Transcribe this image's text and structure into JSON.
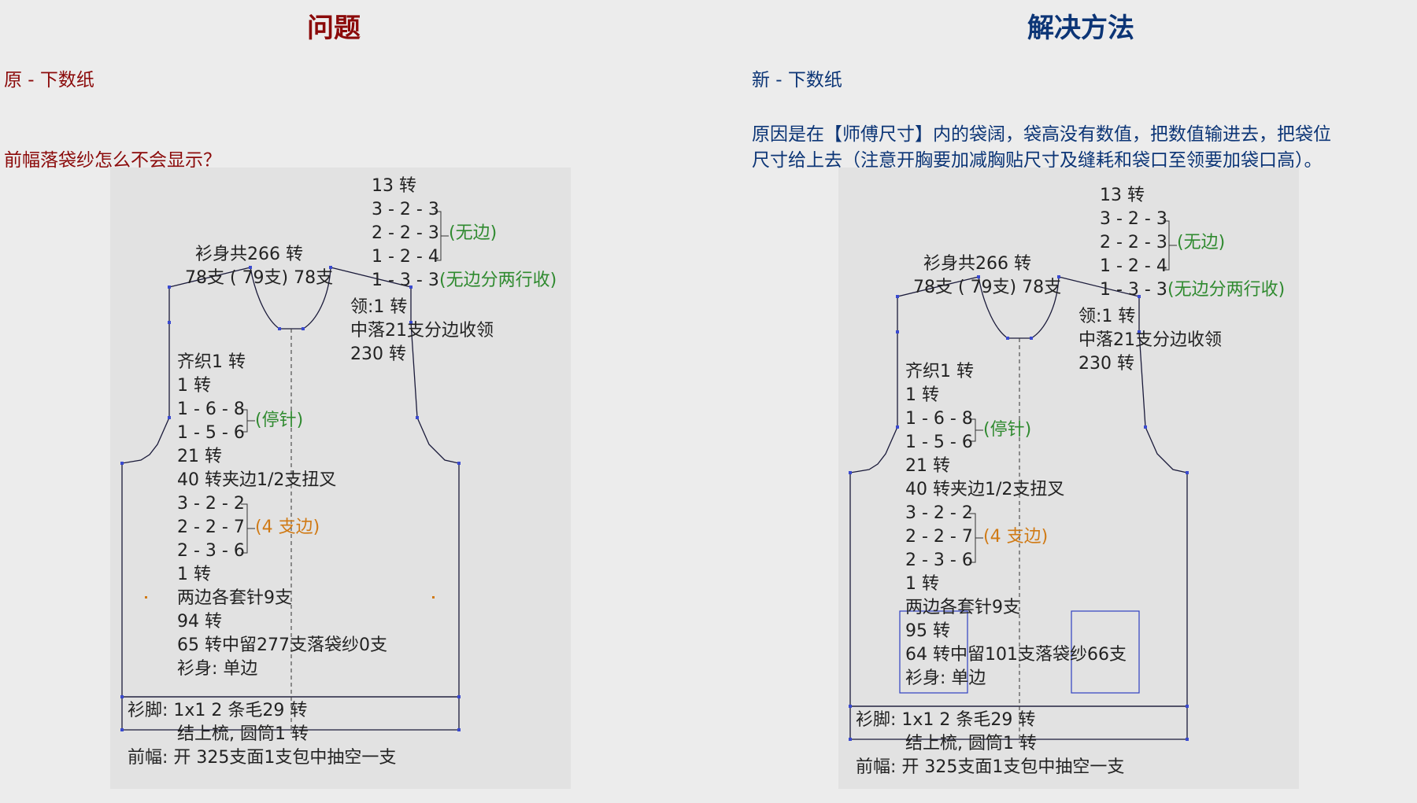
{
  "left": {
    "heading": "问题",
    "subtitle": "原 - 下数纸",
    "question": "前幅落袋纱怎么不会显示？"
  },
  "right": {
    "heading": "解决方法",
    "subtitle": "新 - 下数纸",
    "explanation_line1": "原因是在【师傅尺寸】内的袋阔，袋高没有数值，把数值输进去，把袋位",
    "explanation_line2": "尺寸给上去（注意开胸要加减胸贴尺寸及缝耗和袋口至领要加袋口高）。"
  },
  "diagram_original": {
    "neck_rows": {
      "r1": "13 转",
      "r2": "3 - 2 - 3",
      "r3": "2 - 2 - 3",
      "r4": "1 - 2 - 4",
      "r5": "1 - 3 - 3"
    },
    "neck_no_edge": "(无边)",
    "neck_no_edge_split": "(无边分两行收)",
    "body_total": "衫身共266 转",
    "stitch_counts": "78支 ( 79支) 78支",
    "collar": "领:1 转",
    "collar_center": "中落21支分边收领",
    "collar_rows": "230 转",
    "even_knit": "齐织1 转",
    "one_row": "1 转",
    "armhole_r1": "1 - 6 - 8",
    "armhole_r2": "1 - 5 - 6",
    "stop_needle": "(停针)",
    "rows_21": "21 转",
    "twist": "40 转夹边1/2支扭叉",
    "side_r1": "3 - 2 - 2",
    "side_r2": "2 - 2 - 7",
    "side_r3": "2 - 3 - 6",
    "four_edge": "(4 支边)",
    "one_row_b": "1 转",
    "both_sides": "两边各套针9支",
    "rows_mid": "94 转",
    "pocket": "65 转中留277支落袋纱0支",
    "body_single": "衫身: 单边",
    "hem": "衫脚: 1x1     2 条毛29 转",
    "comb": "结上梳, 圆筒1 转",
    "front": "前幅: 开 325支面1支包中抽空一支"
  },
  "diagram_new": {
    "neck_rows": {
      "r1": "13 转",
      "r2": "3 - 2 - 3",
      "r3": "2 - 2 - 3",
      "r4": "1 - 2 - 4",
      "r5": "1 - 3 - 3"
    },
    "neck_no_edge": "(无边)",
    "neck_no_edge_split": "(无边分两行收)",
    "body_total": "衫身共266 转",
    "stitch_counts": "78支 ( 79支) 78支",
    "collar": "领:1 转",
    "collar_center": "中落21支分边收领",
    "collar_rows": "230 转",
    "even_knit": "齐织1 转",
    "one_row": "1 转",
    "armhole_r1": "1 - 6 - 8",
    "armhole_r2": "1 - 5 - 6",
    "stop_needle": "(停针)",
    "rows_21": "21 转",
    "twist": "40 转夹边1/2支扭叉",
    "side_r1": "3 - 2 - 2",
    "side_r2": "2 - 2 - 7",
    "side_r3": "2 - 3 - 6",
    "four_edge": "(4 支边)",
    "one_row_b": "1 转",
    "both_sides": "两边各套针9支",
    "rows_mid": "95 转",
    "pocket": "64 转中留101支落袋纱66支",
    "body_single": "衫身: 单边",
    "hem": "衫脚: 1x1     2 条毛29 转",
    "comb": "结上梳, 圆筒1 转",
    "front": "前幅: 开 325支面1支包中抽空一支"
  },
  "colors": {
    "heading_left": "#8b0a0a",
    "heading_right": "#0c3576",
    "note_green": "#2f8a2f",
    "note_orange": "#d07a15",
    "outline": "#1a1a3a",
    "node": "#3a4ad0",
    "pocket_box": "#3040c0"
  }
}
